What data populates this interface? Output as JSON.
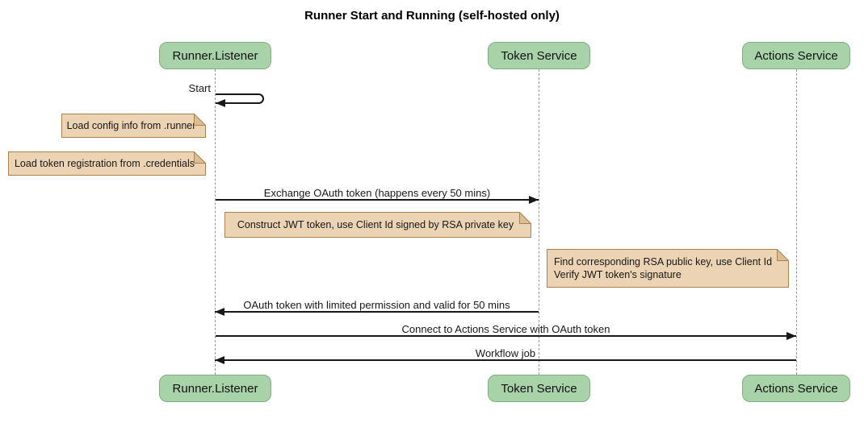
{
  "title": "Runner Start and Running (self-hosted only)",
  "participants": [
    {
      "name": "Runner.Listener"
    },
    {
      "name": "Token Service"
    },
    {
      "name": "Actions Service"
    }
  ],
  "messages": [
    {
      "label": "Start",
      "from": "Runner.Listener",
      "to": "Runner.Listener",
      "type": "self"
    },
    {
      "label": "Exchange OAuth token (happens every 50 mins)",
      "from": "Runner.Listener",
      "to": "Token Service",
      "type": "solid-arrow"
    },
    {
      "label": "OAuth token with limited permission and valid for 50 mins",
      "from": "Token Service",
      "to": "Runner.Listener",
      "type": "solid-arrow"
    },
    {
      "label": "Connect to Actions Service with OAuth token",
      "from": "Runner.Listener",
      "to": "Actions Service",
      "type": "solid-arrow"
    },
    {
      "label": "Workflow job",
      "from": "Actions Service",
      "to": "Runner.Listener",
      "type": "solid-arrow"
    }
  ],
  "notes": [
    {
      "text": "Load config info from .runner",
      "position": "left of Runner.Listener"
    },
    {
      "text": "Load token registration from .credentials",
      "position": "left of Runner.Listener"
    },
    {
      "text": "Construct JWT token, use Client Id signed by RSA private key",
      "position": "over Runner.Listener and Token Service"
    },
    {
      "lines": [
        "Find corresponding RSA public key, use Client Id",
        "Verify JWT token's signature"
      ],
      "position": "left of Actions Service"
    }
  ],
  "colors": {
    "participant_fill": "#A8D3A8",
    "participant_border": "#7FAE7F",
    "note_fill": "#EBD3B3",
    "note_border": "#A9824F",
    "lifeline": "#999999",
    "arrow": "#181818",
    "background": "#FFFFFF"
  }
}
